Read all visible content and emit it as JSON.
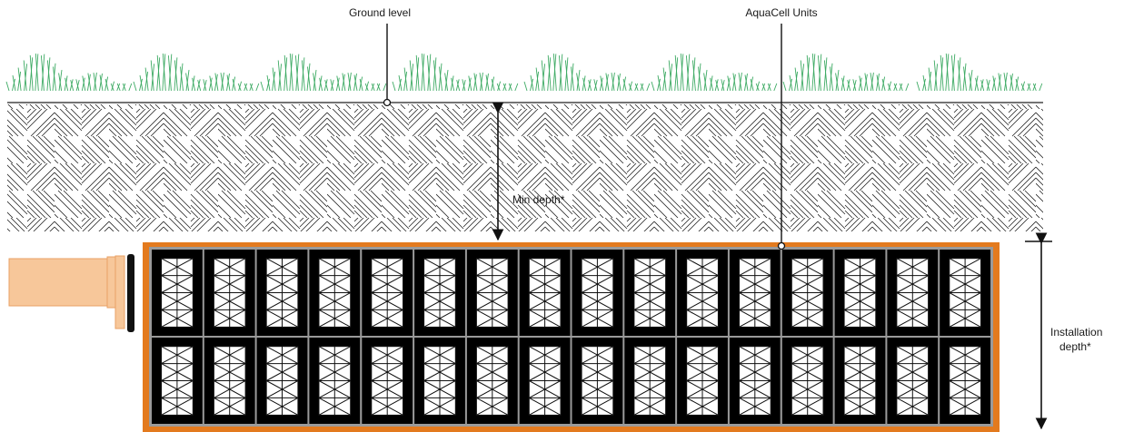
{
  "labels": {
    "ground_level": "Ground level",
    "aquacell_units": "AquaCell Units",
    "min_depth": "Min depth*",
    "installation_depth_line1": "Installation",
    "installation_depth_line2": "depth*"
  },
  "grid": {
    "columns": 16,
    "rows": 2
  },
  "colors": {
    "tank_border": "#E37A1E",
    "pipe_fill": "#F7C79A",
    "pipe_stroke": "#E8A165",
    "grass": "#3DAA63",
    "soil_hatch": "#222222",
    "cell_fill": "#000000",
    "cell_grid": "#9a9a9a"
  }
}
